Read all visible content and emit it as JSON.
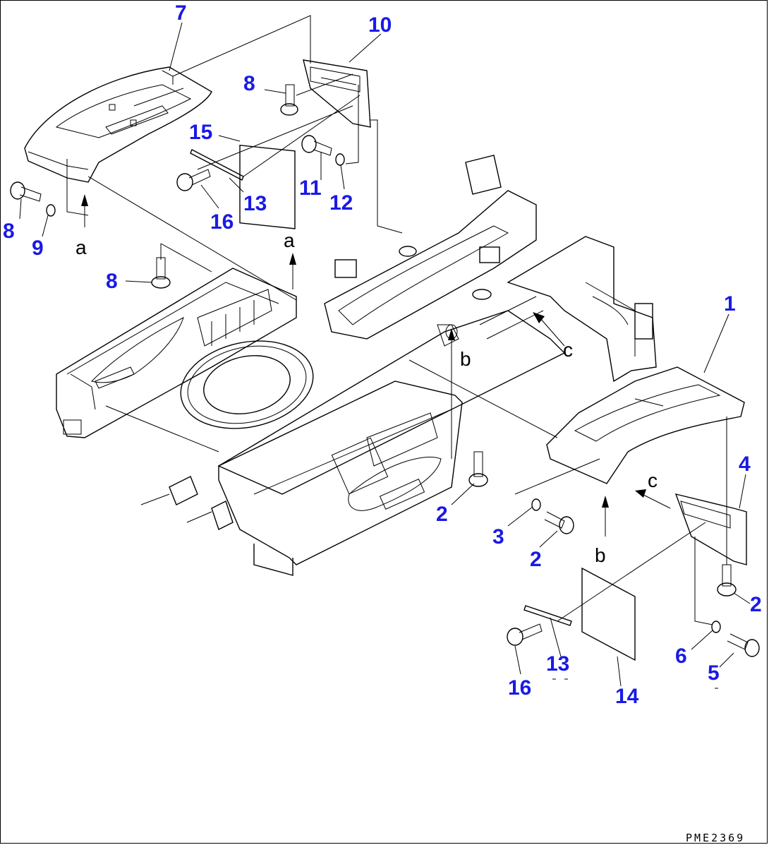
{
  "diagram": {
    "drawing_code": "PME2369",
    "colors": {
      "part_number": "#1a1ae6",
      "line": "#000000",
      "background": "#ffffff"
    },
    "part_labels": [
      {
        "id": "p7",
        "text": "7"
      },
      {
        "id": "p10",
        "text": "10"
      },
      {
        "id": "p8a",
        "text": "8"
      },
      {
        "id": "p15",
        "text": "15"
      },
      {
        "id": "p11",
        "text": "11"
      },
      {
        "id": "p12",
        "text": "12"
      },
      {
        "id": "p16a",
        "text": "16"
      },
      {
        "id": "p13a",
        "text": "13"
      },
      {
        "id": "p8b",
        "text": "8"
      },
      {
        "id": "p9",
        "text": "9"
      },
      {
        "id": "p8c",
        "text": "8"
      },
      {
        "id": "p1",
        "text": "1"
      },
      {
        "id": "p4",
        "text": "4"
      },
      {
        "id": "p2a",
        "text": "2"
      },
      {
        "id": "p3",
        "text": "3"
      },
      {
        "id": "p2b",
        "text": "2"
      },
      {
        "id": "p2c",
        "text": "2"
      },
      {
        "id": "p6",
        "text": "6"
      },
      {
        "id": "p5",
        "text": "5"
      },
      {
        "id": "p13b",
        "text": "13"
      },
      {
        "id": "p16b",
        "text": "16"
      },
      {
        "id": "p14",
        "text": "14"
      }
    ],
    "view_letters": [
      {
        "id": "va1",
        "text": "a"
      },
      {
        "id": "va2",
        "text": "a"
      },
      {
        "id": "vb1",
        "text": "b"
      },
      {
        "id": "vb2",
        "text": "b"
      },
      {
        "id": "vc1",
        "text": "c"
      },
      {
        "id": "vc2",
        "text": "c"
      }
    ]
  }
}
